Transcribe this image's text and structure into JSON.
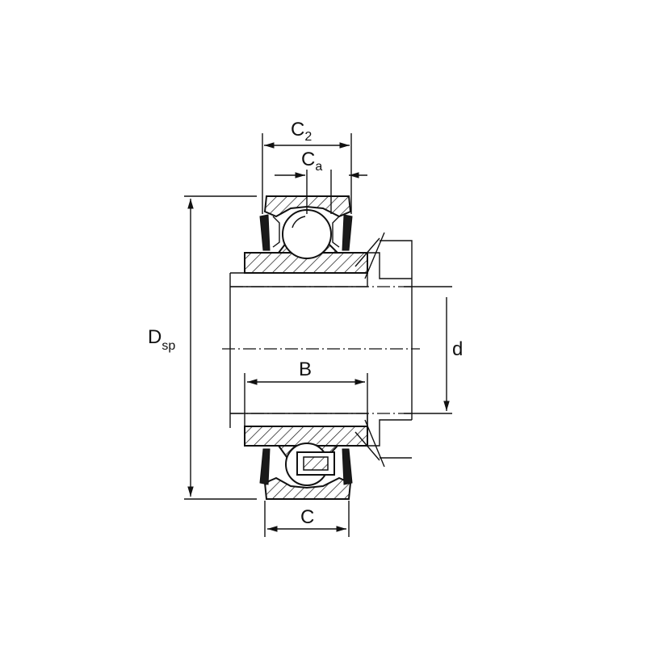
{
  "labels": {
    "c2": {
      "main": "C",
      "sub": "2"
    },
    "ca": {
      "main": "C",
      "sub": "a"
    },
    "dsp": {
      "main": "D",
      "sub": "sp"
    },
    "d": "d",
    "b": "B",
    "c": "C"
  },
  "colors": {
    "line": "#111111",
    "background": "#ffffff"
  }
}
